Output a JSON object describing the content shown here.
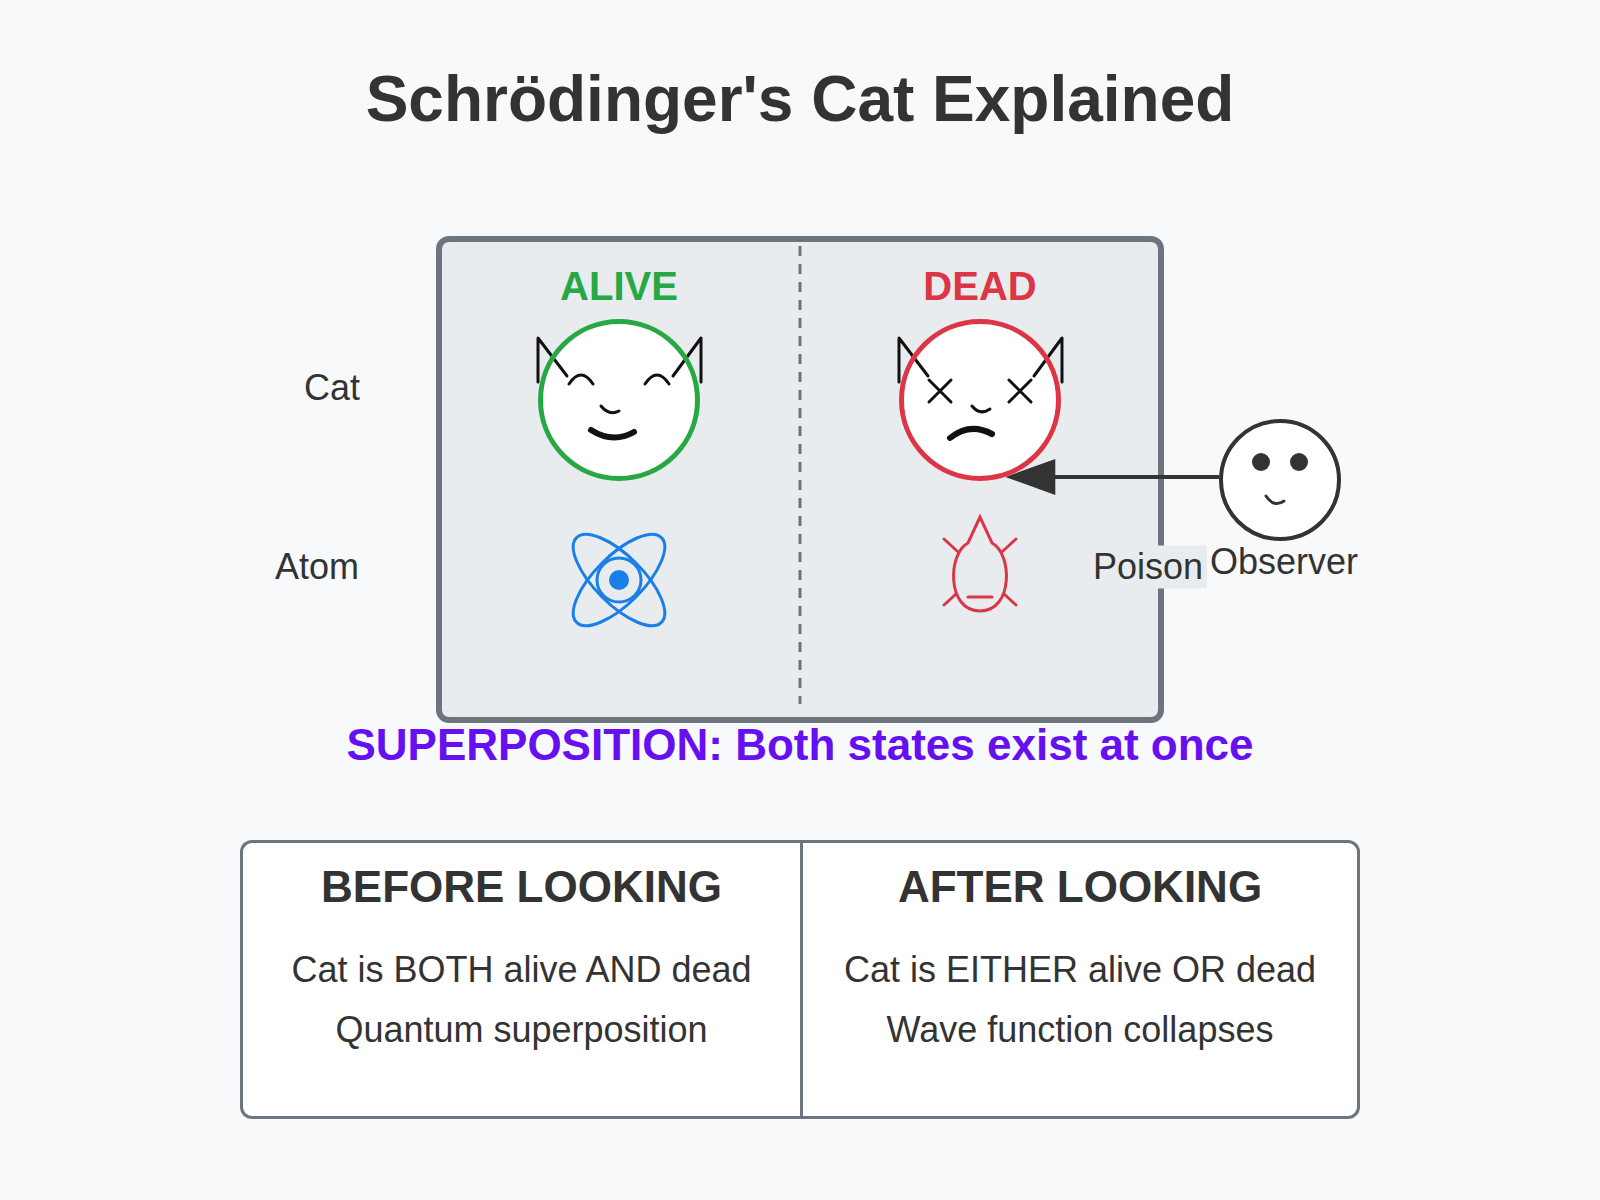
{
  "diagram": {
    "title": "Schrödinger's Cat Explained",
    "nodes": [
      {
        "text": [
          "ALIVE"
        ]
      },
      {
        "text": [
          "DEAD"
        ]
      },
      {
        "text": [
          "Observer"
        ]
      },
      {
        "text": [
          "BEFORE LOOKING",
          "Cat is BOTH alive AND dead",
          "Quantum superposition"
        ]
      },
      {
        "text": [
          "AFTER LOOKING",
          "Cat is EITHER alive OR dead",
          "Wave function collapses"
        ]
      }
    ],
    "edges": [
      {
        "from": 2,
        "to": 1,
        "arrow": "to"
      }
    ],
    "labels": [
      "Cat",
      "Atom",
      "Poison",
      "SUPERPOSITION: Both states exist at once"
    ]
  }
}
